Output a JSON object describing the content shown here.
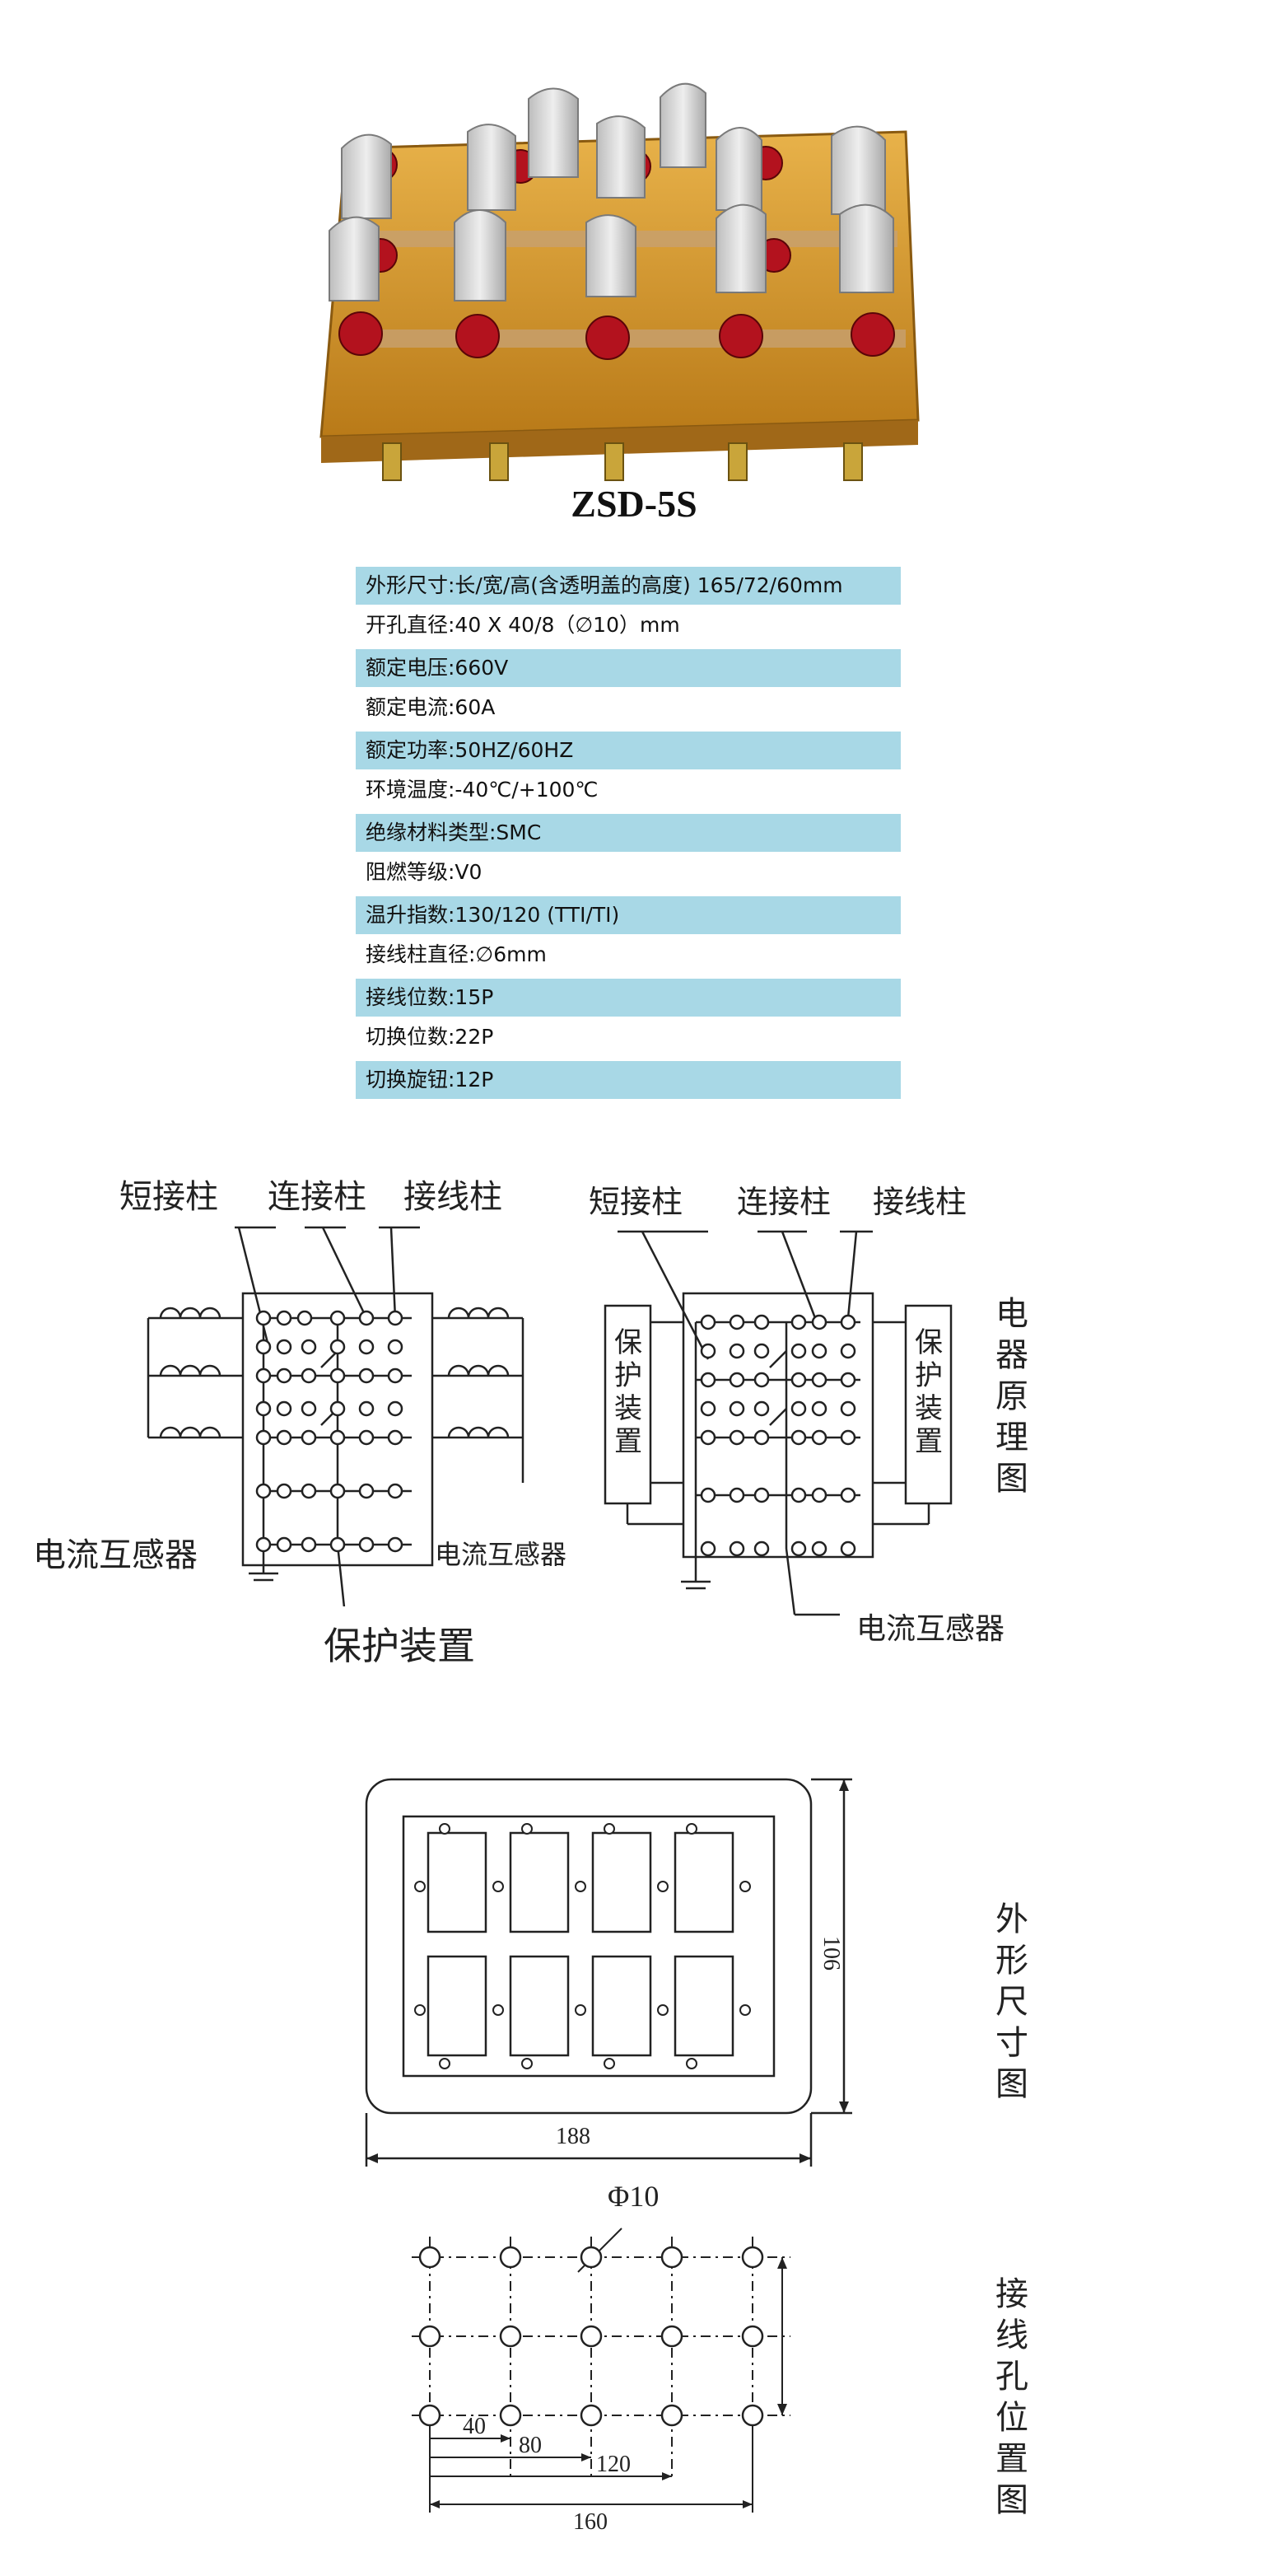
{
  "product": {
    "model": "ZSD-5S",
    "specs": [
      "外形尺寸:长/宽/高(含透明盖的高度) 165/72/60mm",
      "开孔直径:40 X 40/8（∅10）mm",
      "额定电压:660V",
      "额定电流:60A",
      "额定功率:50HZ/60HZ",
      "环境温度:-40℃/+100℃",
      "绝缘材料类型:SMC",
      "阻燃等级:V0",
      "温升指数:130/120 (TTI/TI)",
      "接线柱直径:∅6mm",
      "接线位数:15P",
      "切换位数:22P",
      "切换旋钮:12P"
    ]
  },
  "schematic": {
    "left": {
      "short_post": "短接柱",
      "link_post": "连接柱",
      "terminal_post": "接线柱",
      "ct_left": "电流互感器",
      "ct_right": "电流互感器",
      "protection": "保护装置"
    },
    "right": {
      "short_post": "短接柱",
      "link_post": "连接柱",
      "terminal_post": "接线柱",
      "protection_left": "保护装置",
      "protection_right": "保护装置",
      "ct": "电流互感器"
    },
    "side_title": "电器原理图"
  },
  "outline_drawing": {
    "width_dim": "188",
    "height_dim": "106",
    "side_title": "外形尺寸图"
  },
  "hole_drawing": {
    "diameter": "Φ10",
    "dim_40": "40",
    "dim_80": "80",
    "dim_120": "120",
    "dim_160": "160",
    "side_title": "接线孔位置图"
  },
  "colors": {
    "row_highlight": "#a8d8e6",
    "base_amber": "#d49a2a",
    "terminal_red": "#b3121e",
    "knob_gray": "#d8d8d8"
  }
}
